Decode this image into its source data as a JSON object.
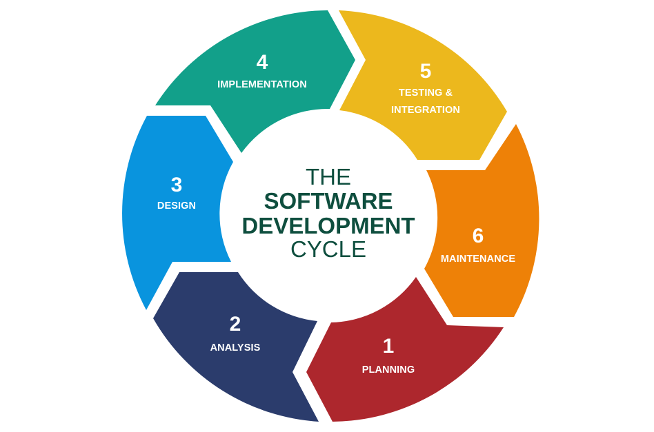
{
  "title": {
    "line1": "THE",
    "line2": "SOFTWARE",
    "line3": "DEVELOPMENT",
    "line4": "CYCLE",
    "color": "#0e4e3e"
  },
  "stages": [
    {
      "number": "1",
      "label_lines": [
        "PLANNING"
      ],
      "color": "#ad272d"
    },
    {
      "number": "2",
      "label_lines": [
        "ANALYSIS"
      ],
      "color": "#2b3c6c"
    },
    {
      "number": "3",
      "label_lines": [
        "DESIGN"
      ],
      "color": "#0994de"
    },
    {
      "number": "4",
      "label_lines": [
        "IMPLEMENTATION"
      ],
      "color": "#12a08a"
    },
    {
      "number": "5",
      "label_lines": [
        "TESTING &",
        "INTEGRATION"
      ],
      "color": "#ecb81d"
    },
    {
      "number": "6",
      "label_lines": [
        "MAINTENANCE"
      ],
      "color": "#ee8107"
    }
  ]
}
